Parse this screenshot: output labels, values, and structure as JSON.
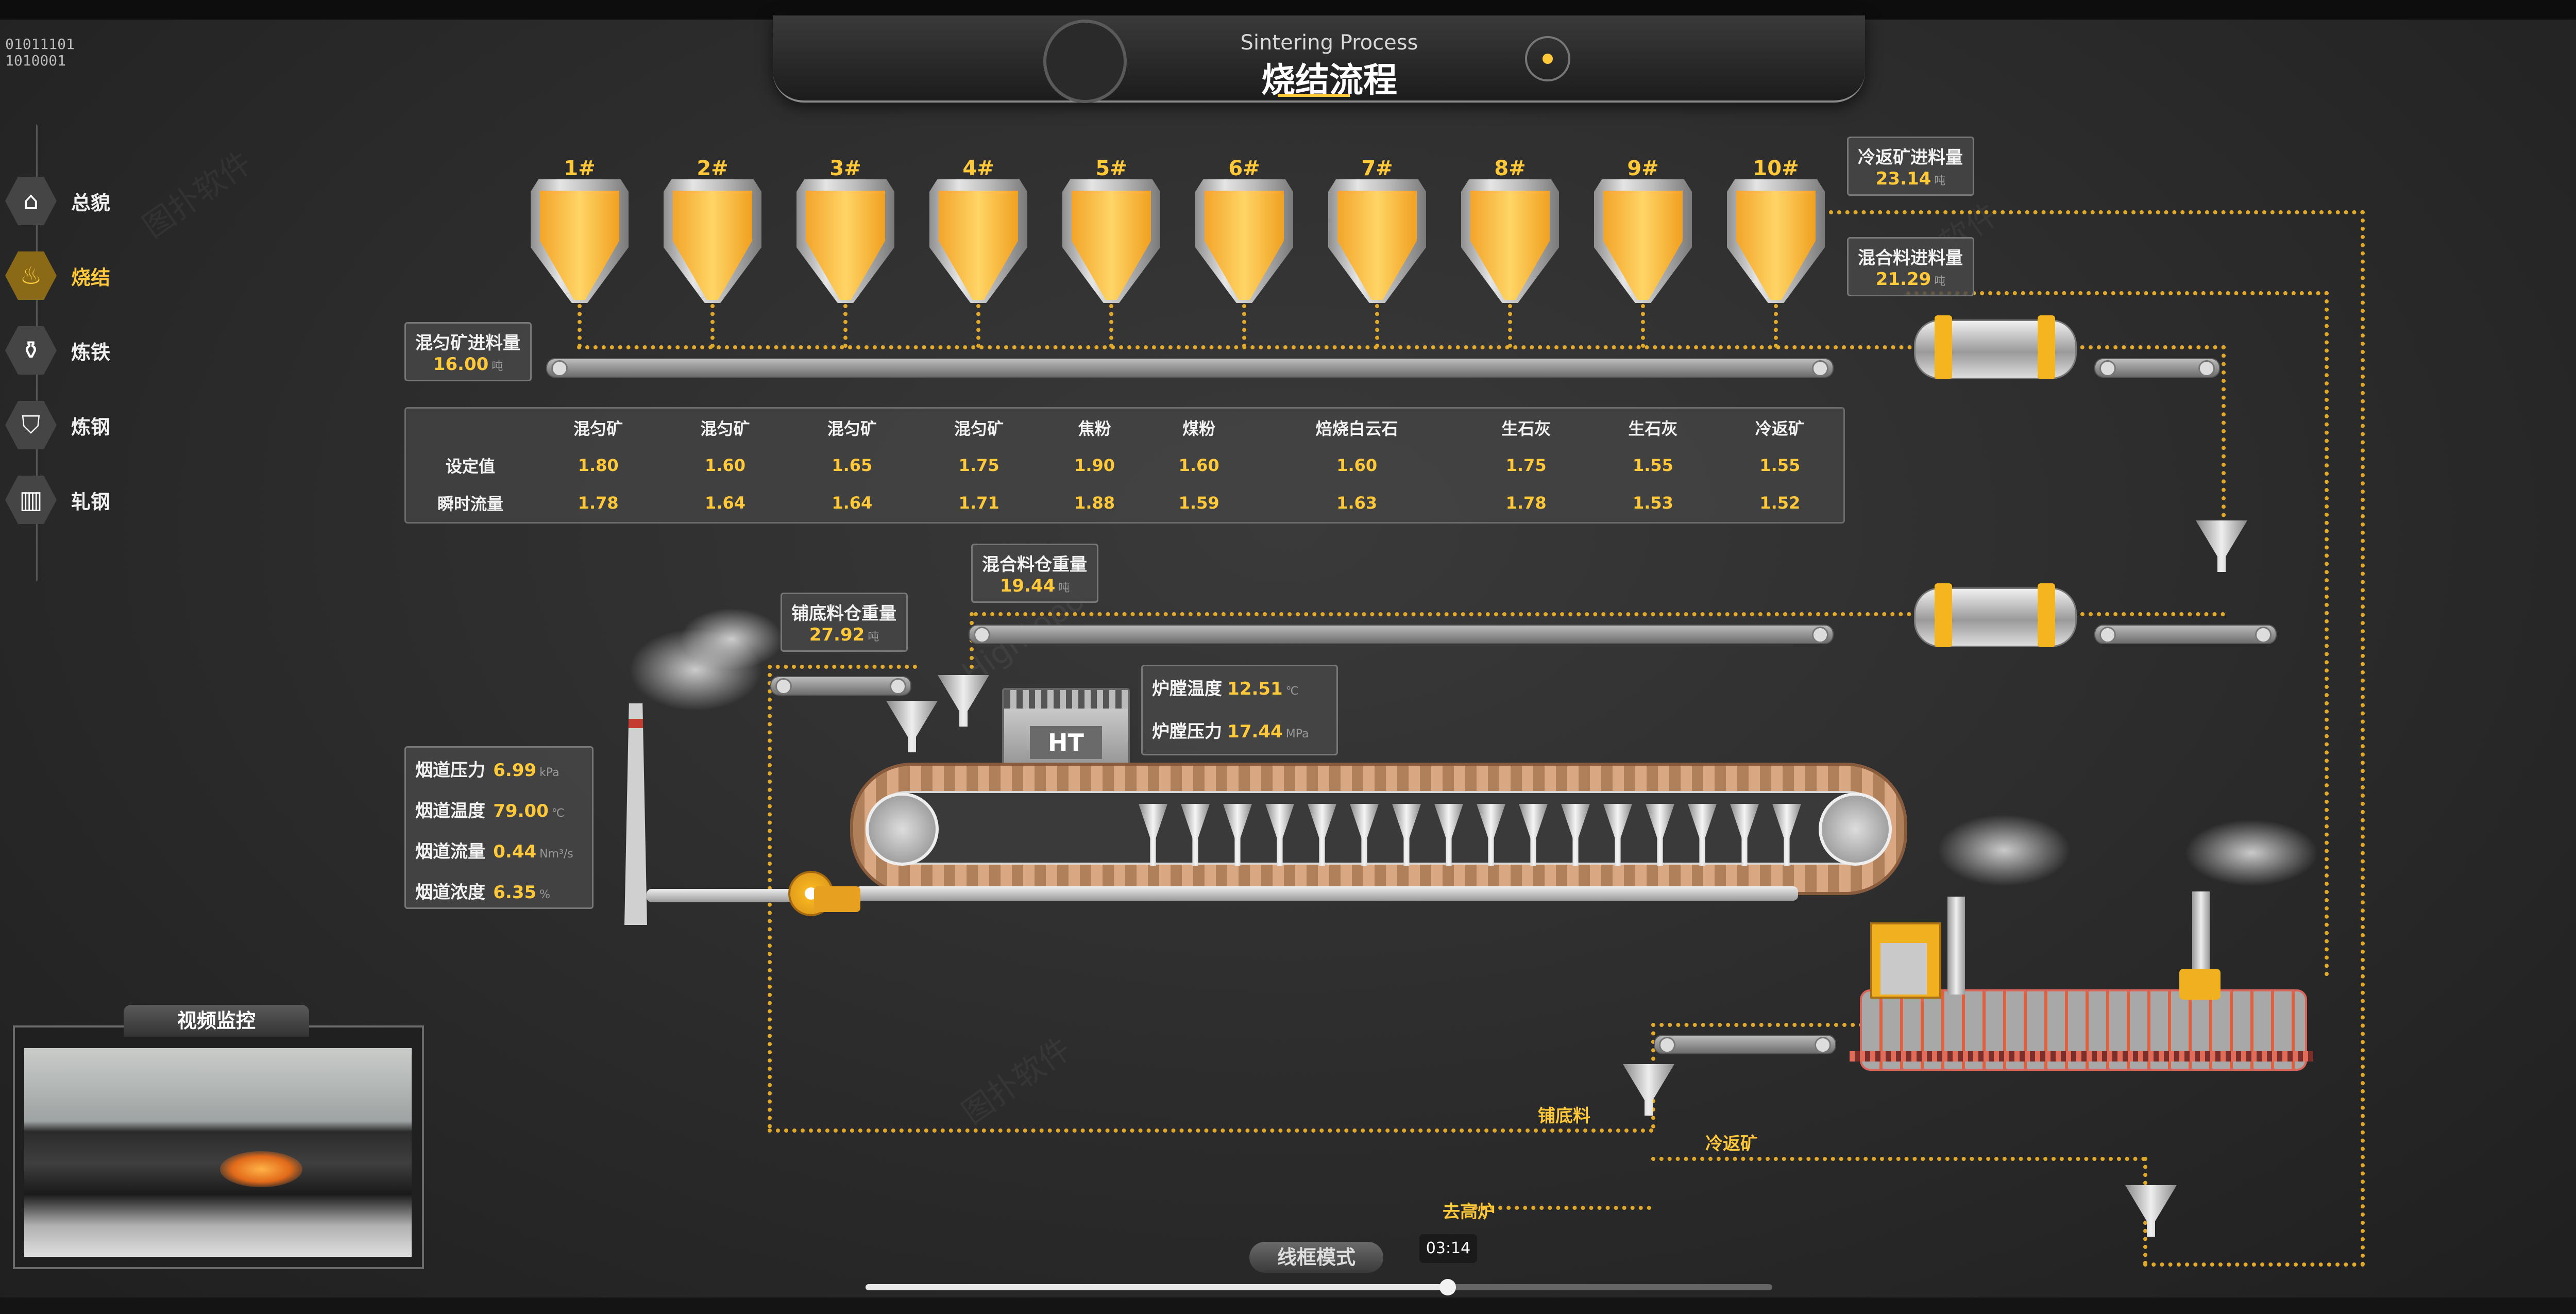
{
  "header": {
    "title_en": "Sintering Process",
    "title": "烧结流程"
  },
  "binary_text": [
    "01011101",
    "1010001"
  ],
  "nav": [
    {
      "label": "总貌",
      "icon": "house-icon",
      "glyph": "⌂",
      "active": false
    },
    {
      "label": "烧结",
      "icon": "sinter-furnace-icon",
      "glyph": "♨",
      "active": true
    },
    {
      "label": "炼铁",
      "icon": "blast-furnace-icon",
      "glyph": "⚱",
      "active": false
    },
    {
      "label": "炼钢",
      "icon": "converter-icon",
      "glyph": "⛉",
      "active": false
    },
    {
      "label": "轧钢",
      "icon": "rolling-mill-icon",
      "glyph": "▥",
      "active": false
    }
  ],
  "bins": [
    "1#",
    "2#",
    "3#",
    "4#",
    "5#",
    "6#",
    "7#",
    "8#",
    "9#",
    "10#"
  ],
  "readouts": {
    "cold_return_feed": {
      "label": "冷返矿进料量",
      "value": "23.14",
      "unit": "吨"
    },
    "mixed_feed": {
      "label": "混合料进料量",
      "value": "21.29",
      "unit": "吨"
    },
    "blend_ore_feed": {
      "label": "混匀矿进料量",
      "value": "16.00",
      "unit": "吨"
    },
    "mixed_bin_weight": {
      "label": "混合料仓重量",
      "value": "19.44",
      "unit": "吨"
    },
    "hearth_bin_weight": {
      "label": "铺底料仓重量",
      "value": "27.92",
      "unit": "吨"
    }
  },
  "furnace": {
    "temp": {
      "label": "炉膛温度",
      "value": "12.51",
      "unit": "℃"
    },
    "pressure": {
      "label": "炉膛压力",
      "value": "17.44",
      "unit": "MPa"
    }
  },
  "flue": [
    {
      "label": "烟道压力",
      "value": "6.99",
      "unit": "kPa"
    },
    {
      "label": "烟道温度",
      "value": "79.00",
      "unit": "℃"
    },
    {
      "label": "烟道流量",
      "value": "0.44",
      "unit": "Nm³/s"
    },
    {
      "label": "烟道浓度",
      "value": "6.35",
      "unit": "%"
    }
  ],
  "table": {
    "headers": [
      "混匀矿",
      "混匀矿",
      "混匀矿",
      "混匀矿",
      "焦粉",
      "煤粉",
      "焙烧白云石",
      "生石灰",
      "生石灰",
      "冷返矿"
    ],
    "rows": [
      {
        "label": "设定值",
        "values": [
          "1.80",
          "1.60",
          "1.65",
          "1.75",
          "1.90",
          "1.60",
          "1.60",
          "1.75",
          "1.55",
          "1.55"
        ]
      },
      {
        "label": "瞬时流量",
        "values": [
          "1.78",
          "1.64",
          "1.64",
          "1.71",
          "1.88",
          "1.59",
          "1.63",
          "1.78",
          "1.53",
          "1.52"
        ]
      }
    ]
  },
  "ignition_label": "HT",
  "flow_labels": {
    "hearth": "铺底料",
    "cold_return": "冷返矿",
    "to_blast_furnace": "去高炉"
  },
  "video": {
    "title": "视频监控"
  },
  "wireframe_button": "线框模式",
  "player": {
    "tooltip": "03:14",
    "progress": 0.642
  },
  "watermark": [
    "图扑软件",
    "Hightopo"
  ],
  "colors": {
    "accent": "#ffc93a",
    "flow": "#e0a92a",
    "background": "#2b2b2b"
  }
}
